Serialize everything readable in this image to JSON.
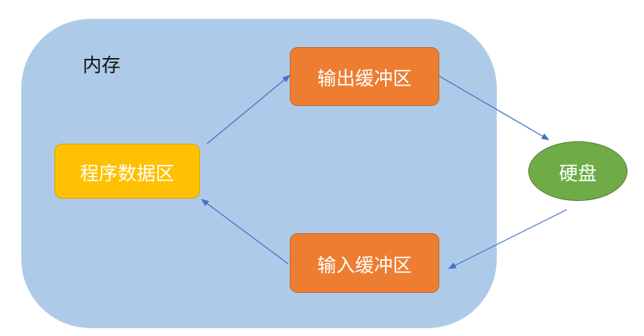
{
  "diagram": {
    "memory_label": "内存",
    "nodes": {
      "program_data_area": "程序数据区",
      "output_buffer": "输出缓冲区",
      "input_buffer": "输入缓冲区",
      "disk": "硬盘"
    }
  },
  "colors": {
    "memory_region": "#adcbe9",
    "program_data_area": "#fec000",
    "buffers": "#ed7d31",
    "disk": "#6fac47",
    "arrows": "#4472c4"
  }
}
